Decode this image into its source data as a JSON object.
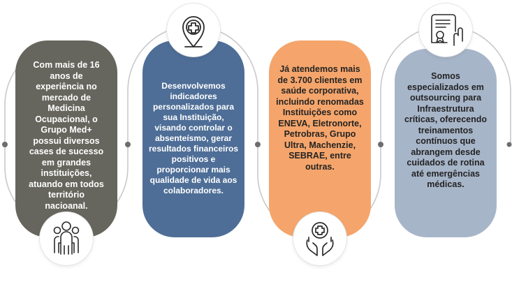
{
  "steps": [
    {
      "text": "Com mais de 16 anos de experiência no mercado de Medicina Ocupacional, o Grupo Med+ possui diversos cases de sucesso em grandes instituições, atuando em todos território nacioanal.",
      "color": "#66665e",
      "icon": "team-people-icon"
    },
    {
      "text": "Desenvolvemos indicadores personalizados para sua Instituição, visando controlar o absenteísmo, gerar resultados financeiros positivos e proporcionar mais qualidade de vida aos colaboradores.",
      "color": "#4e6e97",
      "icon": "medical-location-pin-icon"
    },
    {
      "text": "Já atendemos mais de 3.700 clientes em saúde corporativa, incluindo renomadas Instituições como ENEVA, Eletronorte, Petrobras, Grupo Ultra, Machenzie, SEBRAE, entre outras.",
      "color": "#f5a56b",
      "icon": "hands-medical-care-icon"
    },
    {
      "text": "Somos especializados em outsourcing para Infraestrutura críticas, oferecendo treinamentos contínuos que abrangem desde cuidados de rotina até emergências médicas.",
      "color": "#a7b5c9",
      "icon": "certificate-icon"
    }
  ],
  "connector_color": "#c9c9c9",
  "connector_dot_color": "#6d6d6d"
}
